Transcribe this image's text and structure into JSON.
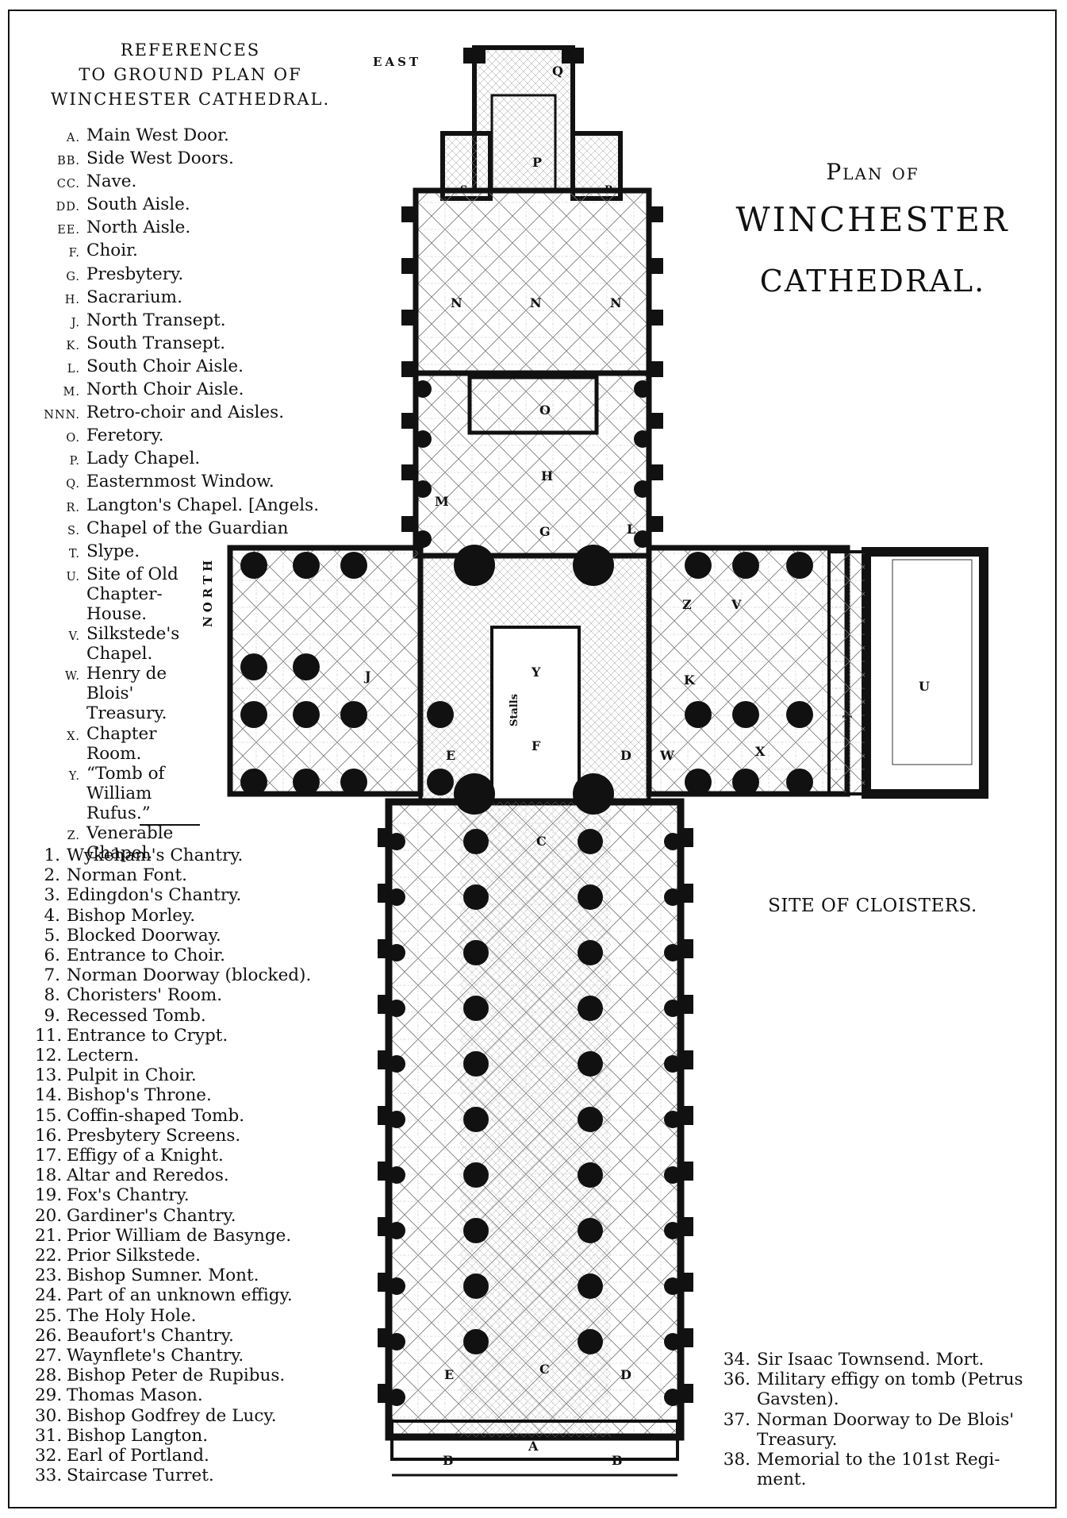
{
  "references": {
    "heading": [
      "REFERENCES",
      "TO GROUND PLAN OF",
      "WINCHESTER CATHEDRAL."
    ],
    "letters": [
      {
        "key": "A.",
        "text": "Main West Door."
      },
      {
        "key": "BB.",
        "text": "Side West Doors."
      },
      {
        "key": "CC.",
        "text": "Nave."
      },
      {
        "key": "DD.",
        "text": "South Aisle."
      },
      {
        "key": "EE.",
        "text": "North Aisle."
      },
      {
        "key": "F.",
        "text": "Choir."
      },
      {
        "key": "G.",
        "text": "Presbytery."
      },
      {
        "key": "H.",
        "text": "Sacrarium."
      },
      {
        "key": "J.",
        "text": "North Transept."
      },
      {
        "key": "K.",
        "text": "South Transept."
      },
      {
        "key": "L.",
        "text": "South Choir Aisle."
      },
      {
        "key": "M.",
        "text": "North Choir Aisle."
      },
      {
        "key": "NNN.",
        "text": "Retro-choir and Aisles."
      },
      {
        "key": "O.",
        "text": "Feretory."
      },
      {
        "key": "P.",
        "text": "Lady Chapel."
      },
      {
        "key": "Q.",
        "text": "Easternmost Window."
      },
      {
        "key": "R.",
        "text": "Langton's Chapel. [Angels."
      },
      {
        "key": "S.",
        "text": "Chapel of the Guardian"
      },
      {
        "key": "T.",
        "text": "Slype."
      },
      {
        "key": "U.",
        "text": "Site of Old\n  Chapter-\n  House."
      },
      {
        "key": "V.",
        "text": "Silkstede's\n  Chapel."
      },
      {
        "key": "W.",
        "text": "Henry de\n  Blois'\n  Treasury."
      },
      {
        "key": "X.",
        "text": "Chapter\n  Room."
      },
      {
        "key": "Y.",
        "text": "“Tomb of\n  William\n  Rufus.”"
      },
      {
        "key": "Z.",
        "text": "Venerable\n  Chapel."
      }
    ],
    "numbers": [
      {
        "key": "1.",
        "text": "Wykeham's Chantry."
      },
      {
        "key": "2.",
        "text": "Norman Font."
      },
      {
        "key": "3.",
        "text": "Edingdon's Chantry."
      },
      {
        "key": "4.",
        "text": "Bishop Morley."
      },
      {
        "key": "5.",
        "text": "Blocked Doorway."
      },
      {
        "key": "6.",
        "text": "Entrance to Choir."
      },
      {
        "key": "7.",
        "text": "Norman Doorway (blocked)."
      },
      {
        "key": "8.",
        "text": "Choristers' Room."
      },
      {
        "key": "9.",
        "text": "Recessed Tomb."
      },
      {
        "key": "11.",
        "text": "Entrance to Crypt."
      },
      {
        "key": "12.",
        "text": "Lectern."
      },
      {
        "key": "13.",
        "text": "Pulpit in Choir."
      },
      {
        "key": "14.",
        "text": "Bishop's Throne."
      },
      {
        "key": "15.",
        "text": "Coffin-shaped Tomb."
      },
      {
        "key": "16.",
        "text": "Presbytery Screens."
      },
      {
        "key": "17.",
        "text": "Effigy of a Knight."
      },
      {
        "key": "18.",
        "text": "Altar and Reredos."
      },
      {
        "key": "19.",
        "text": "Fox's Chantry."
      },
      {
        "key": "20.",
        "text": "Gardiner's Chantry."
      },
      {
        "key": "21.",
        "text": "Prior William de Basynge."
      },
      {
        "key": "22.",
        "text": "Prior Silkstede."
      },
      {
        "key": "23.",
        "text": "Bishop Sumner. Mont."
      },
      {
        "key": "24.",
        "text": "Part of an unknown effigy."
      },
      {
        "key": "25.",
        "text": "The Holy Hole."
      },
      {
        "key": "26.",
        "text": "Beaufort's Chantry."
      },
      {
        "key": "27.",
        "text": "Waynflete's Chantry."
      },
      {
        "key": "28.",
        "text": "Bishop Peter de Rupibus."
      },
      {
        "key": "29.",
        "text": "Thomas Mason."
      },
      {
        "key": "30.",
        "text": "Bishop Godfrey de Lucy."
      },
      {
        "key": "31.",
        "text": "Bishop Langton."
      },
      {
        "key": "32.",
        "text": "Earl of Portland."
      },
      {
        "key": "33.",
        "text": "Staircase Turret."
      }
    ],
    "numbers_right": [
      {
        "key": "34.",
        "text": "Sir Isaac Townsend. Mort."
      },
      {
        "key": "36.",
        "text": "Military effigy on tomb (Petrus\n  Gavsten)."
      },
      {
        "key": "37.",
        "text": "Norman Doorway to De Blois'\n  Treasury."
      },
      {
        "key": "38.",
        "text": "Memorial to the 101st Regi-\n  ment."
      }
    ]
  },
  "title": {
    "line1": "Plan of",
    "line2": "WINCHESTER",
    "line3": "CATHEDRAL."
  },
  "cloisters": "SITE OF CLOISTERS.",
  "compass": {
    "east": "EAST",
    "north": "NORTH"
  },
  "plan_labels": {
    "Q": "Q",
    "P": "P",
    "S": "S",
    "R": "R",
    "N": "N",
    "O": "O",
    "H": "H",
    "G": "G",
    "M": "M",
    "L": "L",
    "J": "J",
    "K": "K",
    "Y": "Y",
    "F": "F",
    "E": "E",
    "D": "D",
    "W": "W",
    "X": "X",
    "Z": "Z",
    "V": "V",
    "T": "T",
    "U": "U",
    "C": "C",
    "A": "A",
    "B": "B",
    "stalls": "Stalls"
  }
}
